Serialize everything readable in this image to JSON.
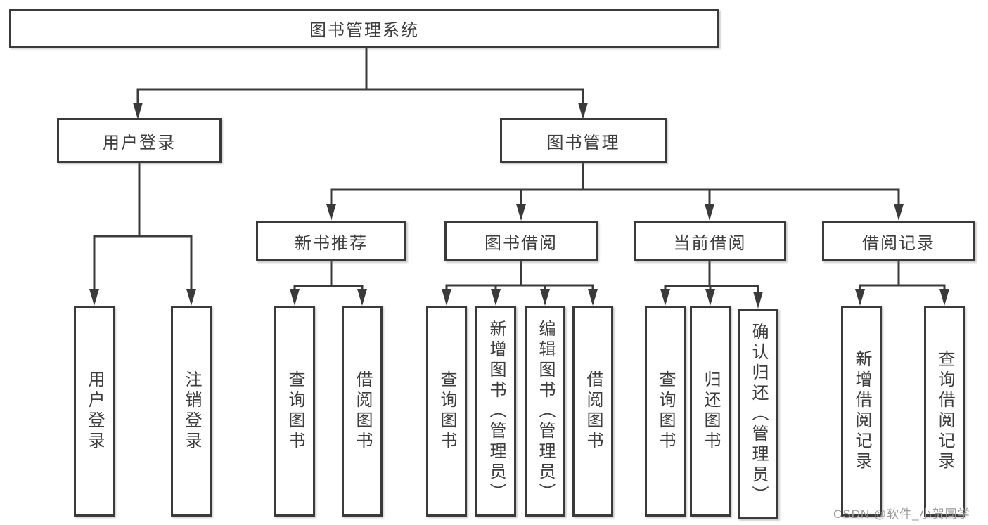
{
  "diagram": {
    "title": "图书管理系统",
    "root": {
      "label": "图书管理系统"
    },
    "level2": {
      "user_login": {
        "label": "用户登录"
      },
      "book_management": {
        "label": "图书管理"
      }
    },
    "level3": {
      "new_book_recommend": {
        "label": "新书推荐"
      },
      "book_borrow": {
        "label": "图书借阅"
      },
      "current_borrow": {
        "label": "当前借阅"
      },
      "borrow_records": {
        "label": "借阅记录"
      }
    },
    "leaves": {
      "user_login": [
        "用户登录",
        "注销登录"
      ],
      "new_book_recommend": [
        "查询图书",
        "借阅图书"
      ],
      "book_borrow": [
        "查询图书",
        "新增图书（管理员）",
        "编辑图书（管理员）",
        "借阅图书"
      ],
      "current_borrow": [
        "查询图书",
        "归还图书",
        "确认归还（管理员）"
      ],
      "borrow_records": [
        "新增借阅记录",
        "查询借阅记录"
      ]
    }
  },
  "watermark": {
    "text": "CSDN @软件_小贺同学",
    "color": "#9b9b9b"
  },
  "colors": {
    "line": "#3a3a3a",
    "text": "#3d3d3d",
    "background": "#ffffff"
  }
}
